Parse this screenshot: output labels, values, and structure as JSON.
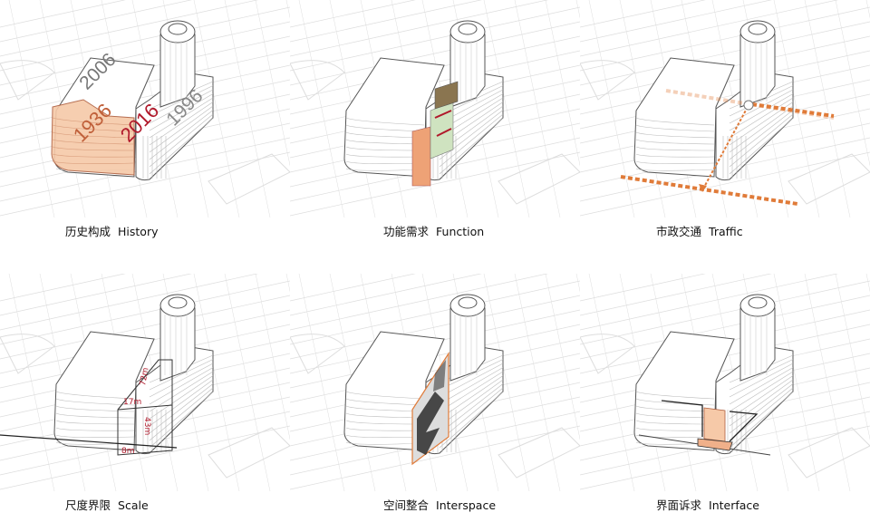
{
  "panels": [
    {
      "id": "history",
      "title_cn": "历史构成",
      "title_en": "History",
      "years": [
        "1936",
        "2006",
        "2016",
        "1996"
      ]
    },
    {
      "id": "function",
      "title_cn": "功能需求",
      "title_en": "Function"
    },
    {
      "id": "traffic",
      "title_cn": "市政交通",
      "title_en": "Traffic"
    },
    {
      "id": "scale",
      "title_cn": "尺度界限",
      "title_en": "Scale",
      "dimensions": [
        "72m",
        "17m",
        "43m",
        "8m"
      ]
    },
    {
      "id": "interspace",
      "title_cn": "空间整合",
      "title_en": "Interspace"
    },
    {
      "id": "interface",
      "title_cn": "界面诉求",
      "title_en": "Interface"
    }
  ],
  "colors": {
    "accent_orange": "#e07b39",
    "peach": "#f6c9a8",
    "red_text": "#b0182a",
    "line": "#555555",
    "map": "#dddddd",
    "green": "#cfe3c0",
    "brown": "#8a7550"
  }
}
